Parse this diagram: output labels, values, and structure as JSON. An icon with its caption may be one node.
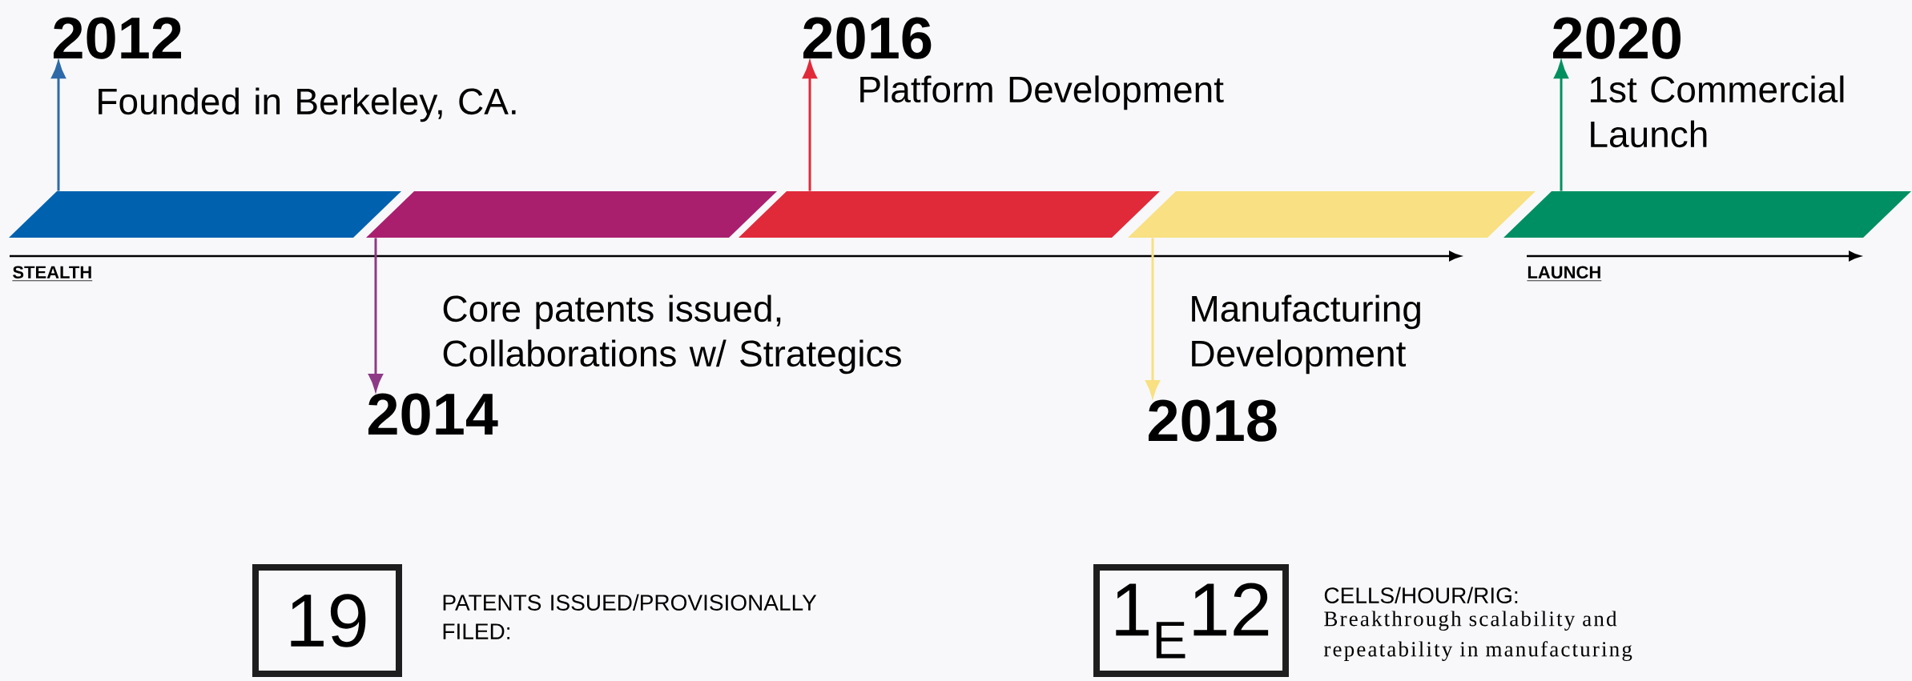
{
  "diagram": {
    "nodes": [
      {
        "text": [],
        "shape": "parallelogram"
      },
      {
        "text": [],
        "shape": "parallelogram"
      },
      {
        "text": [],
        "shape": "parallelogram"
      },
      {
        "text": [],
        "shape": "parallelogram"
      },
      {
        "text": [],
        "shape": "parallelogram"
      },
      {
        "text": [
          "2012"
        ],
        "beside": [
          "Founded in Berkeley, CA."
        ]
      },
      {
        "text": [
          "2014"
        ],
        "beside": [
          "Core patents issued, Collaborations w/ Strategics"
        ]
      },
      {
        "text": [
          "2016"
        ],
        "beside": [
          "Platform Development"
        ]
      },
      {
        "text": [
          "2018"
        ],
        "beside": [
          "Manufacturing Development"
        ]
      },
      {
        "text": [
          "2020"
        ],
        "beside": [
          "1st Commercial Launch"
        ]
      },
      {
        "text": [
          "19"
        ],
        "beside": [
          "PATENTS ISSUED/PROVISIONALLY FILED:"
        ]
      },
      {
        "text": [
          "1$_{E}$12"
        ],
        "beside": [
          "CELLS/HOUR/RIG:",
          "Breakthrough scalability and repeatability in manufacturing"
        ]
      }
    ],
    "edges": [
      {
        "from": 0,
        "to": 5,
        "arrow": "to",
        "color": "#2e6aa8"
      },
      {
        "from": 1,
        "to": 6,
        "arrow": "to",
        "color": "#8e3a86"
      },
      {
        "from": 2,
        "to": 7,
        "arrow": "to",
        "color": "#e02a3a"
      },
      {
        "from": 3,
        "to": 8,
        "arrow": "to",
        "color": "#f8e083"
      },
      {
        "from": 4,
        "to": 9,
        "arrow": "to",
        "color": "#00905f"
      }
    ],
    "labels": [
      "STEALTH",
      "LAUNCH"
    ]
  }
}
